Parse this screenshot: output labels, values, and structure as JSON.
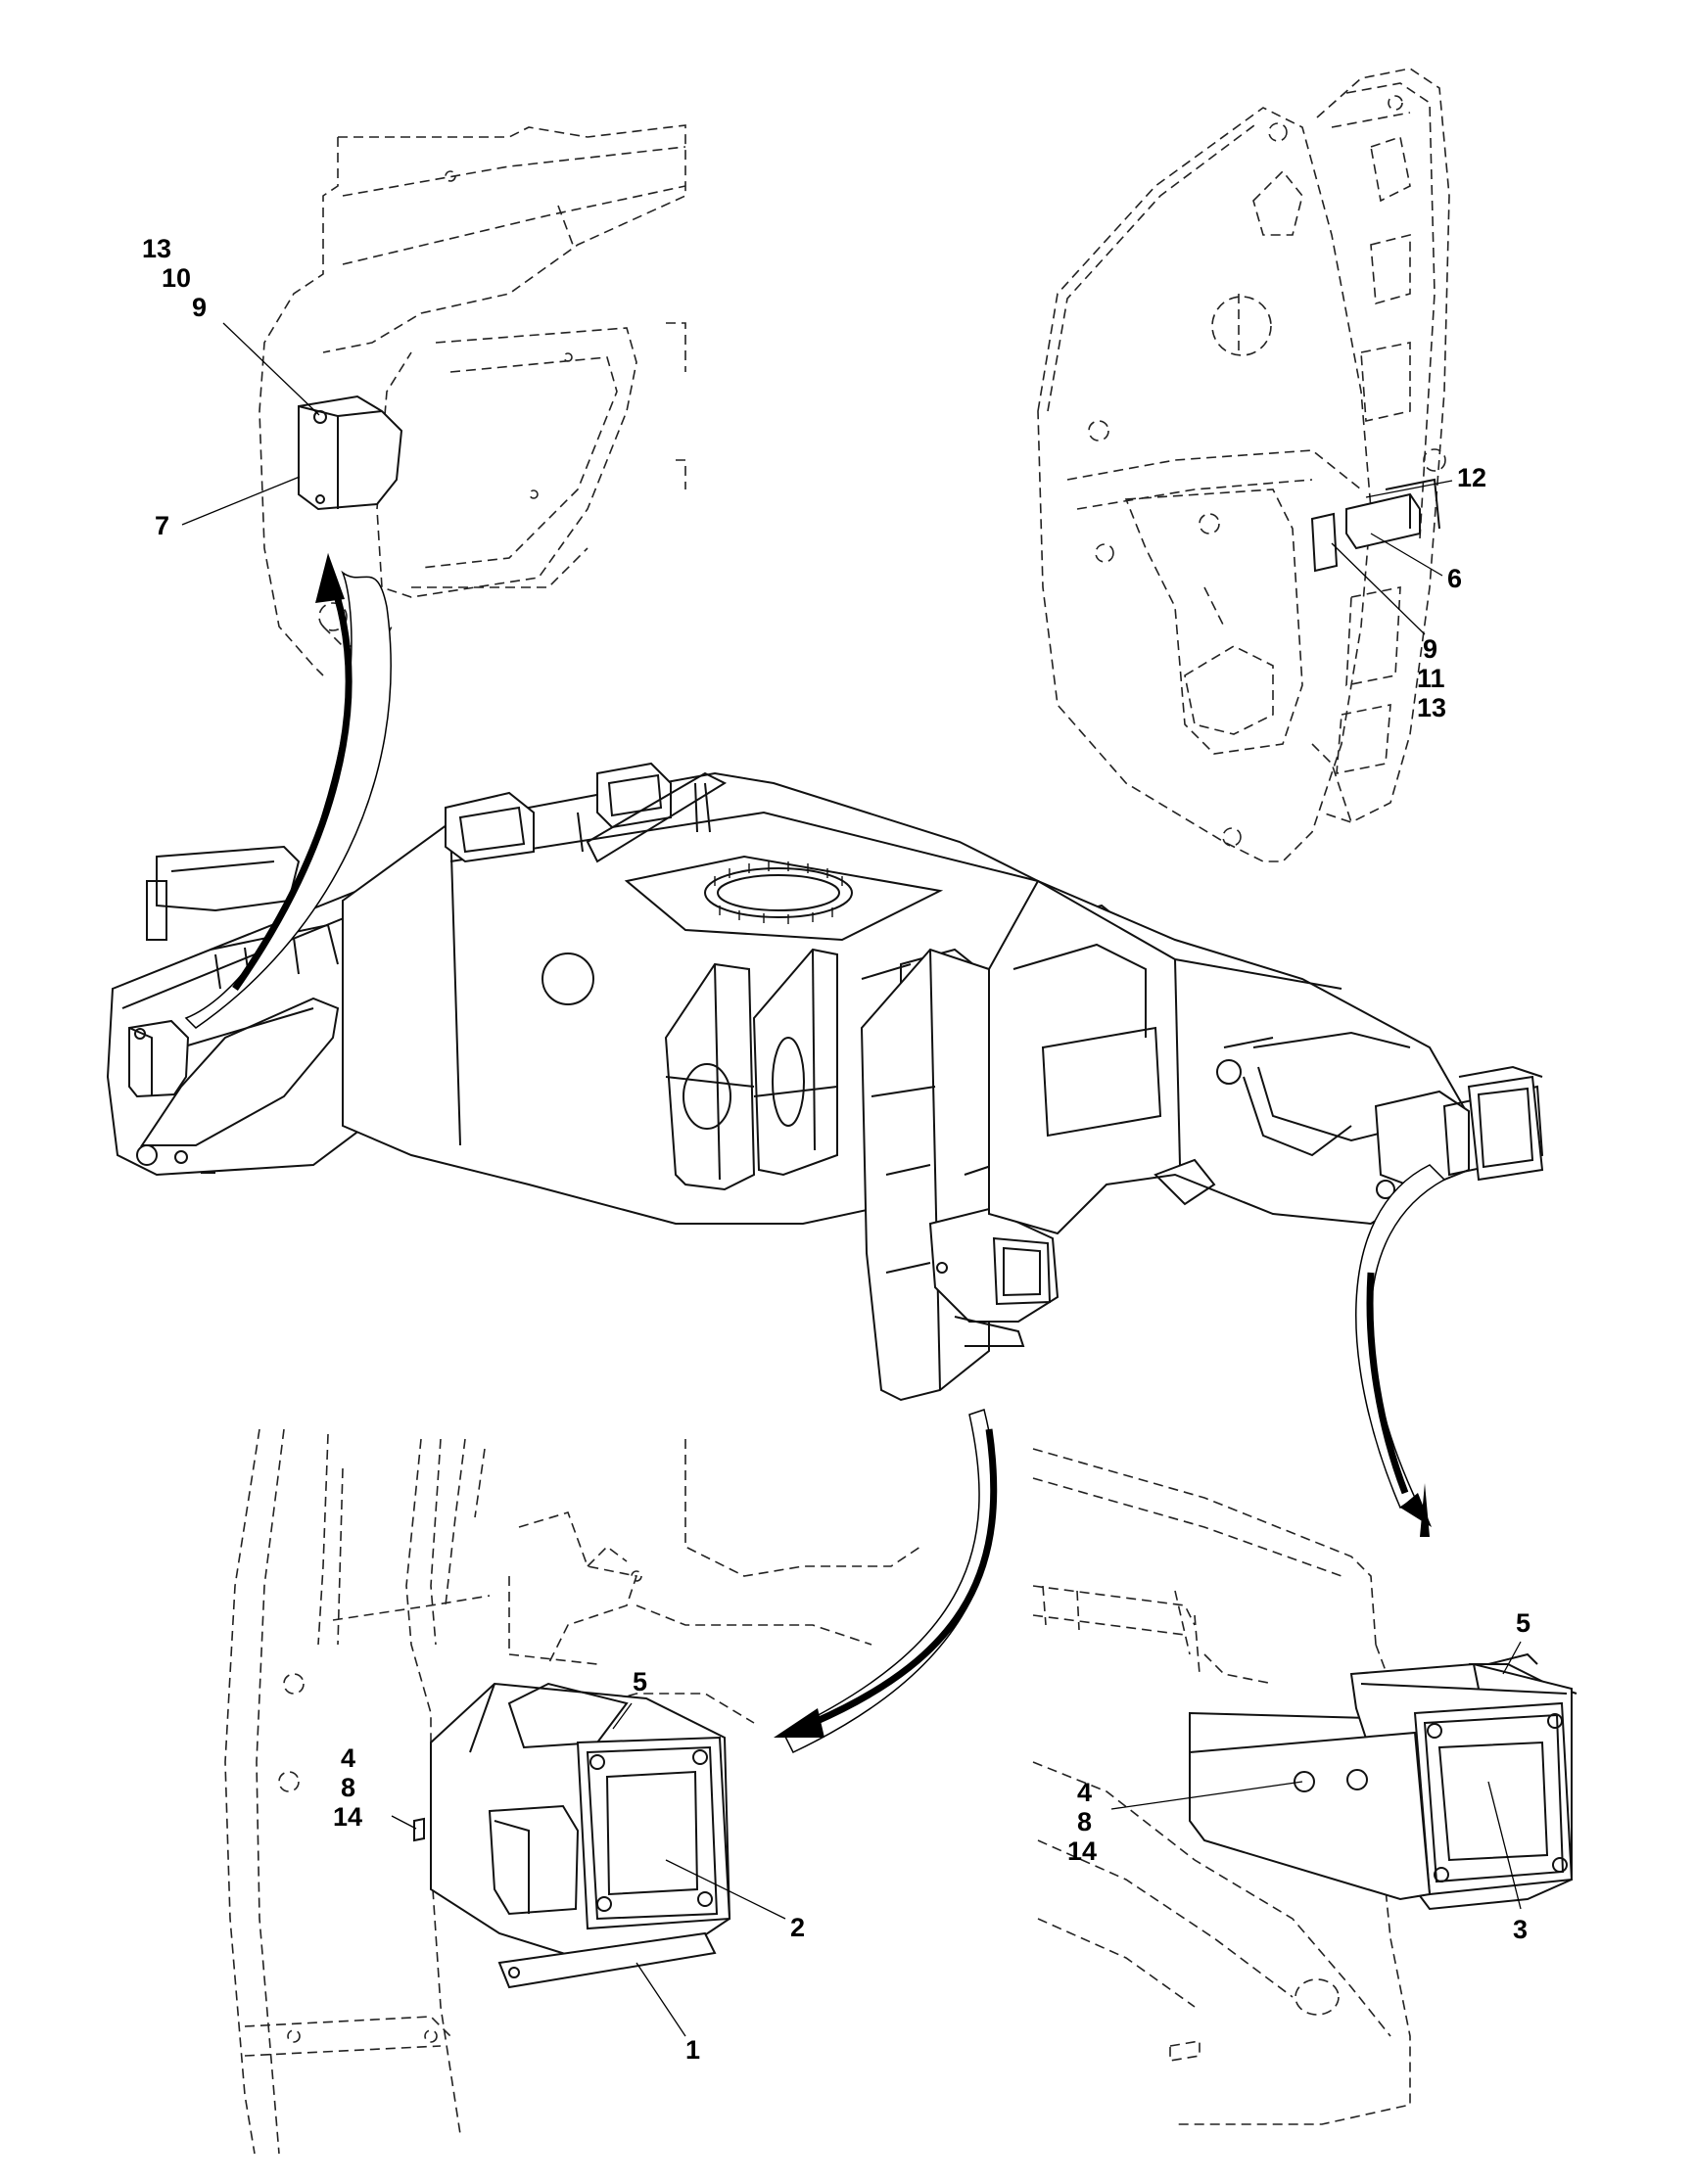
{
  "callouts": {
    "top_left": {
      "line1": "13",
      "line2": "10",
      "line3": "9",
      "part7": "7"
    },
    "top_right": {
      "part12": "12",
      "part6": "6",
      "line1": "9",
      "line2": "11",
      "line3": "13"
    },
    "bottom_left": {
      "line1": "4",
      "line2": "8",
      "line3": "14",
      "part5": "5",
      "part2": "2",
      "part1": "1"
    },
    "bottom_right": {
      "part5": "5",
      "line1": "4",
      "line2": "8",
      "line3": "14",
      "part3": "3"
    }
  }
}
